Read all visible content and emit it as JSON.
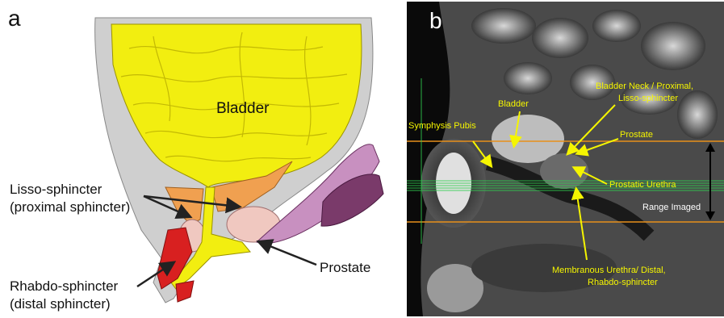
{
  "panel_a": {
    "letter": "a",
    "labels": {
      "bladder": "Bladder",
      "lisso_line1": "Lisso-sphincter",
      "lisso_line2": "(proximal sphincter)",
      "prostate": "Prostate",
      "rhabdo_line1": "Rhabdo-sphincter",
      "rhabdo_line2": "(distal sphincter)"
    },
    "colors": {
      "bladder": "#f2ee10",
      "muscle_wall": "#c8c8c8",
      "lisso": "#f0a050",
      "prostate": "#f0c8c0",
      "rhabdo": "#d82020",
      "penile": "#c890c0",
      "arrow": "#222222"
    }
  },
  "panel_b": {
    "letter": "b",
    "labels": {
      "bladder_neck_line1": "Bladder Neck / Proximal,",
      "bladder_neck_line2": "Lisso-sphincter",
      "bladder": "Bladder",
      "symphysis": "Symphysis Pubis",
      "prostate": "Prostate",
      "prostatic_urethra": "Prostatic Urethra",
      "range": "Range Imaged",
      "membranous_line1": "Membranous Urethra/ Distal,",
      "membranous_line2": "Rhabdo-sphincter"
    },
    "colors": {
      "label": "#f5f500",
      "range_line": "#e8901a",
      "slice_line": "#30d050",
      "background": "#0a0a0a"
    }
  }
}
